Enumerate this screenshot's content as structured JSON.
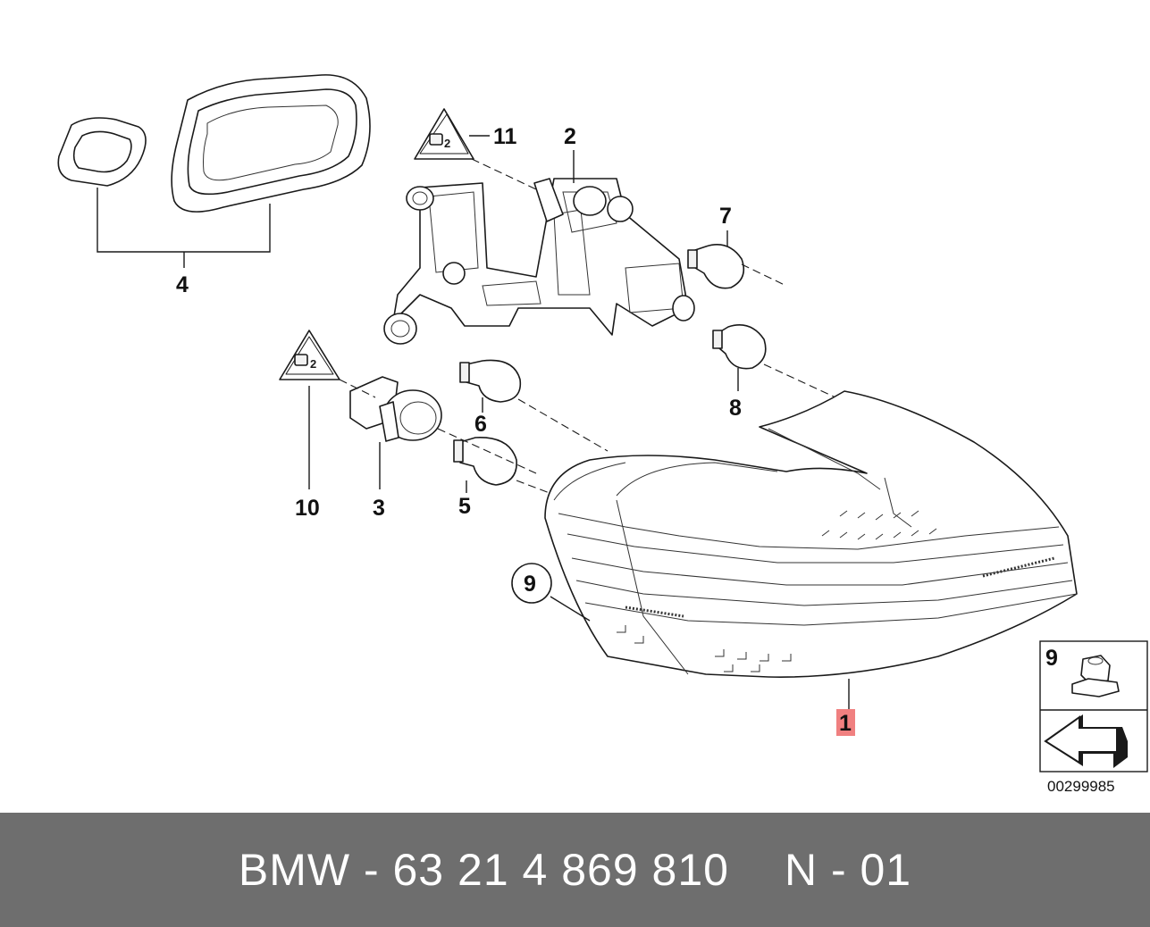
{
  "diagram": {
    "callouts": {
      "p1": "1",
      "p2": "2",
      "p3": "3",
      "p4": "4",
      "p5": "5",
      "p6": "6",
      "p7": "7",
      "p8": "8",
      "p9": "9",
      "p10": "10",
      "p11": "11"
    },
    "inset": {
      "label": "9",
      "drawing_number": "00299985"
    },
    "colors": {
      "highlight": "#f08080",
      "ink": "#1a1a1a",
      "footer_bg": "#6e6e6e"
    }
  },
  "footer": {
    "part_number": "BMW - 63 21 4 869 810",
    "diagram_ref": "N - 01"
  }
}
